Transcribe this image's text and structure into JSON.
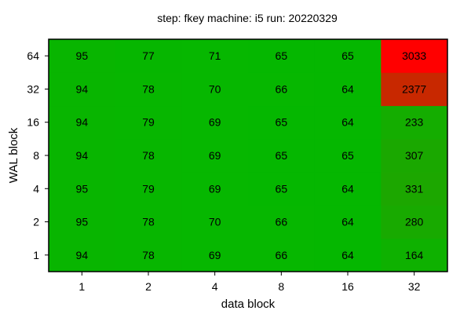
{
  "chart_data": {
    "type": "heatmap",
    "title": "step: fkey  machine: i5  run: 20220329",
    "xlabel": "data block",
    "ylabel": "WAL block",
    "x_categories": [
      "1",
      "2",
      "4",
      "8",
      "16",
      "32"
    ],
    "y_categories": [
      "1",
      "2",
      "4",
      "8",
      "16",
      "32",
      "64"
    ],
    "values": [
      [
        94,
        78,
        69,
        66,
        64,
        164
      ],
      [
        95,
        78,
        70,
        66,
        64,
        280
      ],
      [
        95,
        79,
        69,
        65,
        64,
        331
      ],
      [
        94,
        78,
        69,
        65,
        65,
        307
      ],
      [
        94,
        79,
        69,
        65,
        64,
        233
      ],
      [
        94,
        78,
        70,
        66,
        64,
        2377
      ],
      [
        95,
        77,
        71,
        65,
        65,
        3033
      ]
    ],
    "colors": {
      "low": "#00bb00",
      "high": "#ff0000",
      "scale_max": 3033
    },
    "grid": false,
    "legend": "none"
  }
}
